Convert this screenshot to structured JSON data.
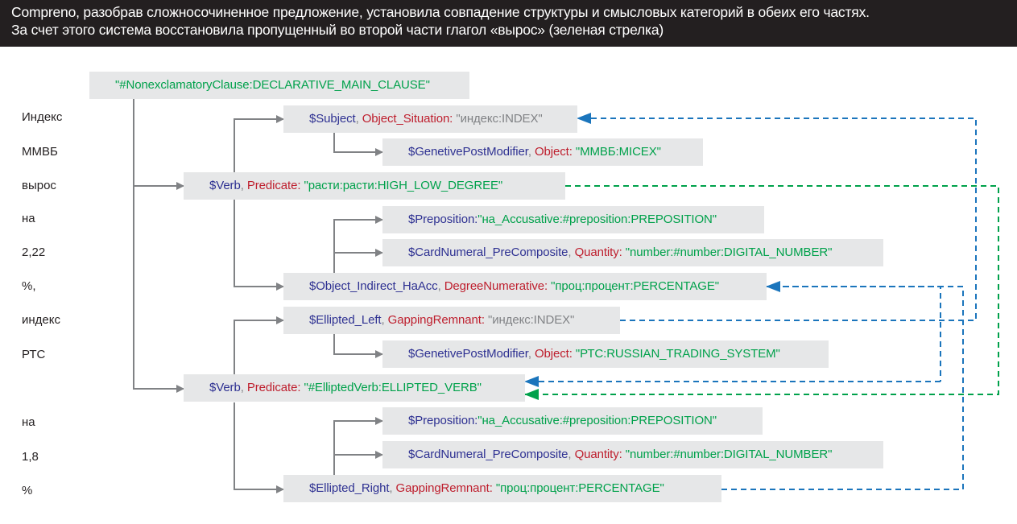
{
  "header": {
    "line1": "Compreno, разобрав сложносочиненное предложение, установила совпадение структуры и смысловых категорий в обеих его частях.",
    "line2": "За счет этого система восстановила пропущенный во второй части глагол «вырос» (зеленая стрелка)"
  },
  "words": [
    "Индекс",
    "ММВБ",
    "вырос",
    "на",
    "2,22",
    "%,",
    "индекс",
    "РТС",
    "на",
    "1,8",
    "%"
  ],
  "nodes": [
    {
      "parts": [
        "",
        "",
        "\"#NonexclamatoryClause:DECLARATIVE_MAIN_CLAUSE\""
      ]
    },
    {
      "parts": [
        "$Subject",
        ", ",
        "Object_Situation:",
        " ",
        "\"индекс:INDEX\""
      ]
    },
    {
      "parts": [
        "$GenetivePostModifier",
        ", ",
        "Object:",
        " ",
        "\"ММВБ:MICEX\""
      ]
    },
    {
      "parts": [
        "$Verb",
        ", ",
        "Predicate:",
        " ",
        "\"расти:расти:HIGH_LOW_DEGREE\""
      ]
    },
    {
      "parts": [
        "$Preposition:",
        "",
        "",
        "",
        "\"на_Accusative:#preposition:PREPOSITION\""
      ]
    },
    {
      "parts": [
        "$CardNumeral_PreComposite",
        ", ",
        "Quantity:",
        " ",
        "\"number:#number:DIGITAL_NUMBER\""
      ]
    },
    {
      "parts": [
        "$Object_Indirect_HaAcc",
        ", ",
        "DegreeNumerative:",
        " ",
        "\"проц:процент:PERCENTAGE\""
      ]
    },
    {
      "parts": [
        "$Ellipted_Left",
        ", ",
        "GappingRemnant:",
        " ",
        "\"индекс:INDEX\""
      ]
    },
    {
      "parts": [
        "$GenetivePostModifier",
        ", ",
        "Object:",
        " ",
        "\"РТС:RUSSIAN_TRADING_SYSTEM\""
      ]
    },
    {
      "parts": [
        "$Verb",
        ", ",
        "Predicate:",
        " ",
        "\"#ElliptedVerb:ELLIPTED_VERB\""
      ]
    },
    {
      "parts": [
        "$Preposition:",
        "",
        "",
        "",
        "\"на_Accusative:#preposition:PREPOSITION\""
      ]
    },
    {
      "parts": [
        "$CardNumeral_PreComposite",
        ", ",
        "Quantity:",
        " ",
        "\"number:#number:DIGITAL_NUMBER\""
      ]
    },
    {
      "parts": [
        "$Ellipted_Right",
        ", ",
        "GappingRemnant:",
        " ",
        "\"проц:процент:PERCENTAGE\""
      ]
    }
  ],
  "colors": {
    "blue": "#2e3192",
    "red": "#be1e2d",
    "green": "#00a14b",
    "gray": "#808285",
    "box": "#e6e7e8"
  }
}
